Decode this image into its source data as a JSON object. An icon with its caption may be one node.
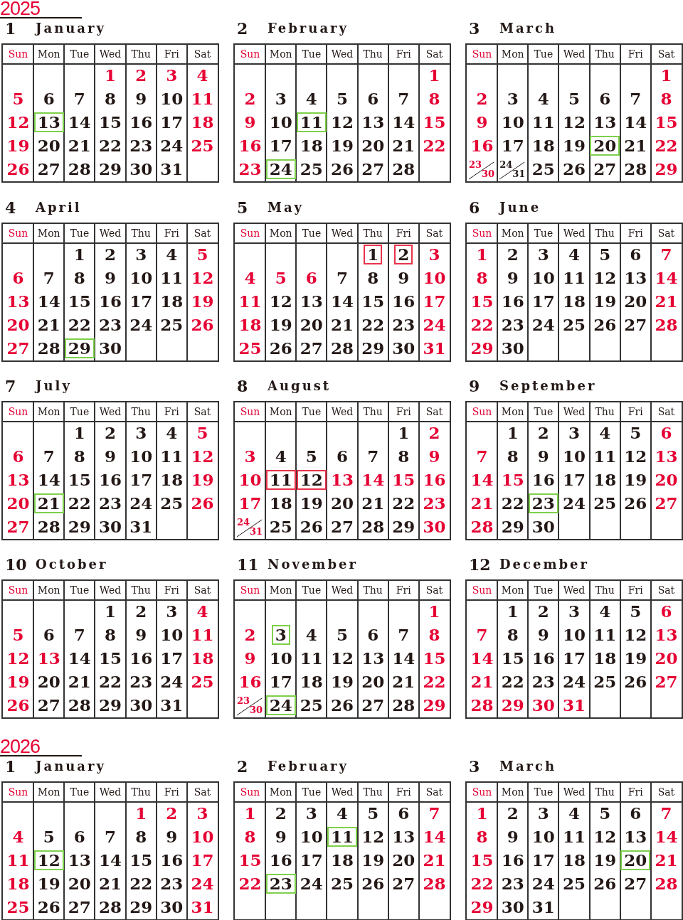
{
  "diagram": {
    "labels": [
      "2025",
      "1",
      "January",
      "Sun",
      "Mon",
      "Tue",
      "Wed",
      "Thu",
      "Fri",
      "Sat",
      "1",
      "2",
      "3",
      "4",
      "5",
      "6",
      "7",
      "8",
      "9",
      "10",
      "11",
      "12",
      "13",
      "14",
      "15",
      "16",
      "17",
      "18",
      "19",
      "20",
      "21",
      "22",
      "23",
      "24",
      "25",
      "26",
      "27",
      "28",
      "29",
      "30",
      "31",
      "2",
      "February",
      "Sun",
      "Mon",
      "Tue",
      "Wed",
      "Thu",
      "Fri",
      "Sat",
      "1",
      "2",
      "3",
      "4",
      "5",
      "6",
      "7",
      "8",
      "9",
      "10",
      "11",
      "12",
      "13",
      "14",
      "15",
      "16",
      "17",
      "18",
      "19",
      "20",
      "21",
      "22",
      "23",
      "24",
      "25",
      "26",
      "27",
      "28",
      "3",
      "March",
      "Sun",
      "Mon",
      "Tue",
      "Wed",
      "Thu",
      "Fri",
      "Sat",
      "1",
      "2",
      "3",
      "4",
      "5",
      "6",
      "7",
      "8",
      "9",
      "10",
      "11",
      "12",
      "13",
      "14",
      "15",
      "16",
      "17",
      "18",
      "19",
      "20",
      "21",
      "22",
      "23",
      "24",
      "25",
      "26",
      "27",
      "28",
      "29",
      "30",
      "31",
      "4",
      "April",
      "Sun",
      "Mon",
      "Tue",
      "Wed",
      "Thu",
      "Fri",
      "Sat",
      "1",
      "2",
      "3",
      "4",
      "5",
      "6",
      "7",
      "8",
      "9",
      "10",
      "11",
      "12",
      "13",
      "14",
      "15",
      "16",
      "17",
      "18",
      "19",
      "20",
      "21",
      "22",
      "23",
      "24",
      "25",
      "26",
      "27",
      "28",
      "29",
      "30",
      "5",
      "May",
      "Sun",
      "Mon",
      "Tue",
      "Wed",
      "Thu",
      "Fri",
      "Sat",
      "1",
      "2",
      "3",
      "4",
      "5",
      "6",
      "7",
      "8",
      "9",
      "10",
      "11",
      "12",
      "13",
      "14",
      "15",
      "16",
      "17",
      "18",
      "19",
      "20",
      "21",
      "22",
      "23",
      "24",
      "25",
      "26",
      "27",
      "28",
      "29",
      "30",
      "31",
      "6",
      "June",
      "Sun",
      "Mon",
      "Tue",
      "Wed",
      "Thu",
      "Fri",
      "Sat",
      "1",
      "2",
      "3",
      "4",
      "5",
      "6",
      "7",
      "8",
      "9",
      "10",
      "11",
      "12",
      "13",
      "14",
      "15",
      "16",
      "17",
      "18",
      "19",
      "20",
      "21",
      "22",
      "23",
      "24",
      "25",
      "26",
      "27",
      "28",
      "29",
      "30",
      "7",
      "July",
      "Sun",
      "Mon",
      "Tue",
      "Wed",
      "Thu",
      "Fri",
      "Sat",
      "1",
      "2",
      "3",
      "4",
      "5",
      "6",
      "7",
      "8",
      "9",
      "10",
      "11",
      "12",
      "13",
      "14",
      "15",
      "16",
      "17",
      "18",
      "19",
      "20",
      "21",
      "22",
      "23",
      "24",
      "25",
      "26",
      "27",
      "28",
      "29",
      "30",
      "31",
      "8",
      "August",
      "Sun",
      "Mon",
      "Tue",
      "Wed",
      "Thu",
      "Fri",
      "Sat",
      "1",
      "2",
      "3",
      "4",
      "5",
      "6",
      "7",
      "8",
      "9",
      "10",
      "11",
      "12",
      "13",
      "14",
      "15",
      "16",
      "17",
      "18",
      "19",
      "20",
      "21",
      "22",
      "23",
      "24",
      "25",
      "26",
      "27",
      "28",
      "29",
      "30",
      "31",
      "9",
      "September",
      "Sun",
      "Mon",
      "Tue",
      "Wed",
      "Thu",
      "Fri",
      "Sat",
      "1",
      "2",
      "3",
      "4",
      "5",
      "6",
      "7",
      "8",
      "9",
      "10",
      "11",
      "12",
      "13",
      "14",
      "15",
      "16",
      "17",
      "18",
      "19",
      "20",
      "21",
      "22",
      "23",
      "24",
      "25",
      "26",
      "27",
      "28",
      "29",
      "30",
      "10",
      "October",
      "Sun",
      "Mon",
      "Tue",
      "Wed",
      "Thu",
      "Fri",
      "Sat",
      "1",
      "2",
      "3",
      "4",
      "5",
      "6",
      "7",
      "8",
      "9",
      "10",
      "11",
      "12",
      "13",
      "14",
      "15",
      "16",
      "17",
      "18",
      "19",
      "20",
      "21",
      "22",
      "23",
      "24",
      "25",
      "26",
      "27",
      "28",
      "29",
      "30",
      "31",
      "11",
      "November",
      "Sun",
      "Mon",
      "Tue",
      "Wed",
      "Thu",
      "Fri",
      "Sat",
      "1",
      "2",
      "3",
      "4",
      "5",
      "6",
      "7",
      "8",
      "9",
      "10",
      "11",
      "12",
      "13",
      "14",
      "15",
      "16",
      "17",
      "18",
      "19",
      "20",
      "21",
      "22",
      "23",
      "24",
      "25",
      "26",
      "27",
      "28",
      "29",
      "30",
      "12",
      "December",
      "Sun",
      "Mon",
      "Tue",
      "Wed",
      "Thu",
      "Fri",
      "Sat",
      "1",
      "2",
      "3",
      "4",
      "5",
      "6",
      "7",
      "8",
      "9",
      "10",
      "11",
      "12",
      "13",
      "14",
      "15",
      "16",
      "17",
      "18",
      "19",
      "20",
      "21",
      "22",
      "23",
      "24",
      "25",
      "26",
      "27",
      "28",
      "29",
      "30",
      "31",
      "2026",
      "1",
      "January",
      "Sun",
      "Mon",
      "Tue",
      "Wed",
      "Thu",
      "Fri",
      "Sat",
      "1",
      "2",
      "3",
      "4",
      "5",
      "6",
      "7",
      "8",
      "9",
      "10",
      "11",
      "12",
      "13",
      "14",
      "15",
      "16",
      "17",
      "18",
      "19",
      "20",
      "21",
      "22",
      "23",
      "24",
      "25",
      "26",
      "27",
      "28",
      "29",
      "30",
      "31",
      "2",
      "February",
      "Sun",
      "Mon",
      "Tue",
      "Wed",
      "Thu",
      "Fri",
      "Sat",
      "1",
      "2",
      "3",
      "4",
      "5",
      "6",
      "7",
      "8",
      "9",
      "10",
      "11",
      "12",
      "13",
      "14",
      "15",
      "16",
      "17",
      "18",
      "19",
      "20",
      "21",
      "22",
      "23",
      "24",
      "25",
      "26",
      "27",
      "28",
      "3",
      "March",
      "Sun",
      "Mon",
      "Tue",
      "Wed",
      "Thu",
      "Fri",
      "Sat",
      "1",
      "2",
      "3",
      "4",
      "5",
      "6",
      "7",
      "8",
      "9",
      "10",
      "11",
      "12",
      "13",
      "14",
      "15",
      "16",
      "17",
      "18",
      "19",
      "20",
      "21",
      "22",
      "23",
      "24",
      "25",
      "26",
      "27",
      "28",
      "29",
      "30",
      "31"
    ]
  }
}
